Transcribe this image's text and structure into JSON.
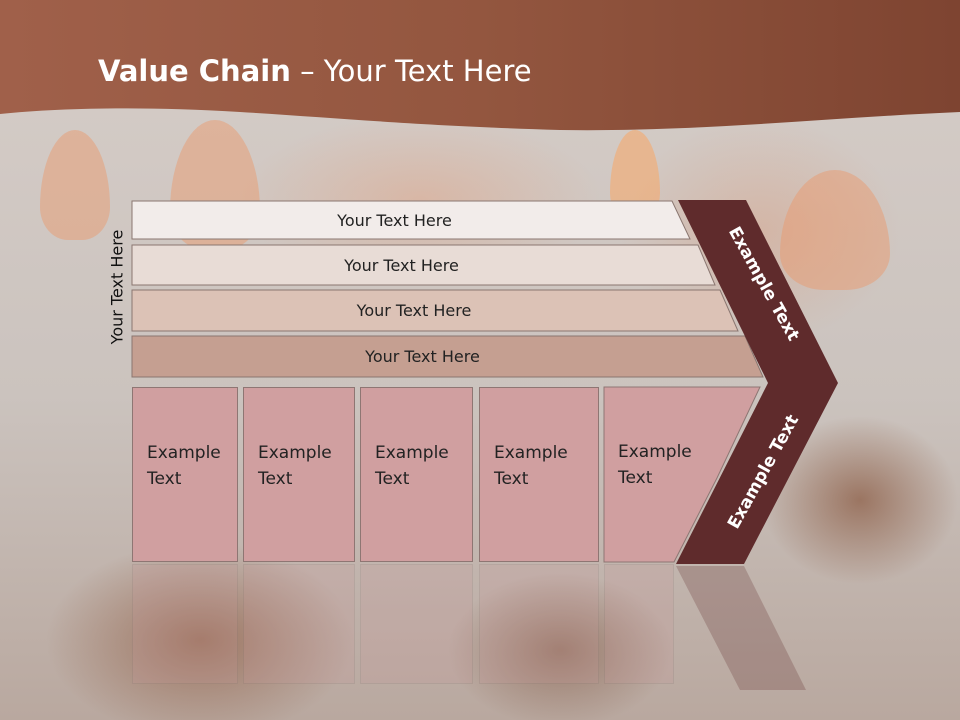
{
  "header": {
    "title_bold": "Value Chain",
    "title_rest": " – Your Text Here"
  },
  "side_label": "Your Text Here",
  "support_rows": [
    {
      "label": "Your Text Here"
    },
    {
      "label": "Your Text Here"
    },
    {
      "label": "Your Text Here"
    },
    {
      "label": "Your Text Here"
    }
  ],
  "activities": [
    {
      "label": "Example\nText"
    },
    {
      "label": "Example\nText"
    },
    {
      "label": "Example\nText"
    },
    {
      "label": "Example\nText"
    },
    {
      "label": "Example\nText"
    }
  ],
  "margin_labels": {
    "upper": "Example Text",
    "lower": "Example Text"
  },
  "colors": {
    "header": "#8b4a34",
    "margin_arrow": "#5f2b2c",
    "row_1": "#f2ecea",
    "row_2": "#e8dcd6",
    "row_3": "#dcc2b6",
    "row_4": "#c59f91",
    "activity_box": "#d09fa0"
  }
}
